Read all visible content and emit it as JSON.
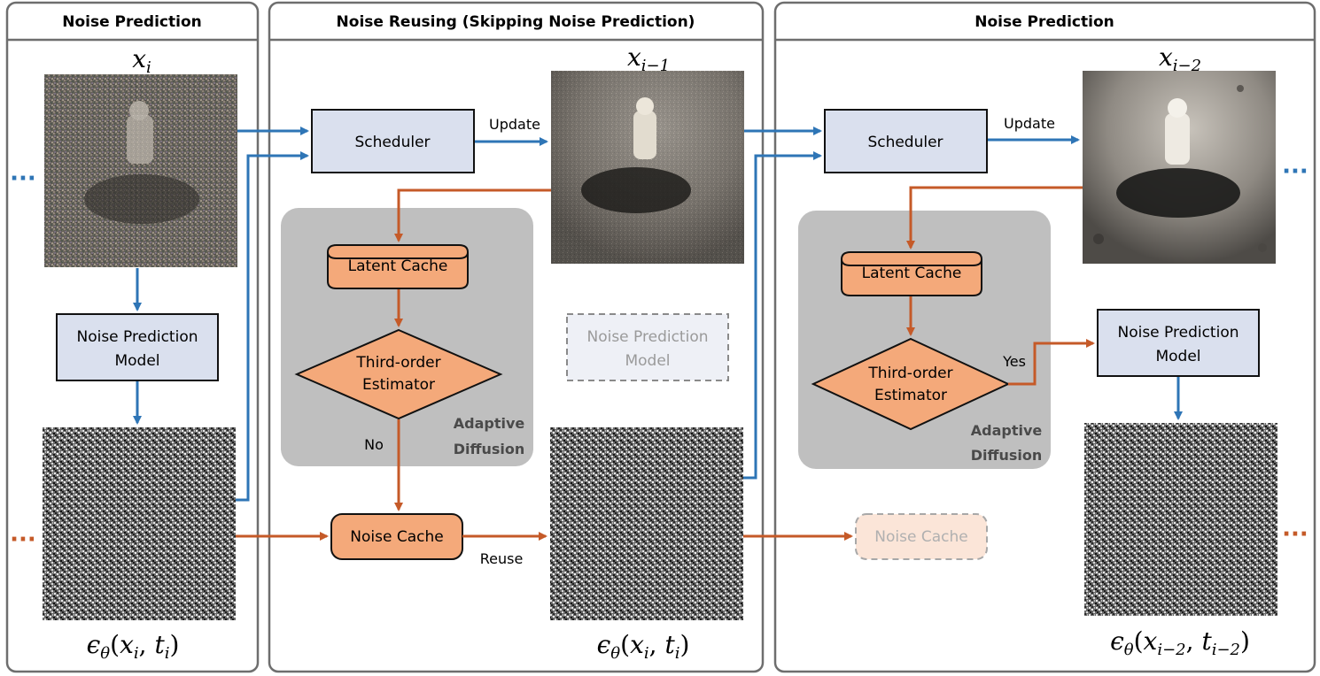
{
  "panels": {
    "left_title": "Noise Prediction",
    "middle_title": "Noise Reusing (Skipping Noise Prediction)",
    "right_title": "Noise Prediction"
  },
  "images": {
    "left_latent_label": {
      "base": "x",
      "sub": "i"
    },
    "middle_latent_label": {
      "base": "x",
      "sub": "i−1"
    },
    "right_latent_label": {
      "base": "x",
      "sub": "i−2"
    },
    "left_noise_label": {
      "eps": "ϵ",
      "theta": "θ",
      "open": "(",
      "x": "x",
      "xsub": "i",
      "comma": ",  ",
      "t": "t",
      "tsub": "i",
      "close": ")"
    },
    "middle_noise_label": {
      "eps": "ϵ",
      "theta": "θ",
      "open": "(",
      "x": "x",
      "xsub": "i",
      "comma": ",  ",
      "t": "t",
      "tsub": "i",
      "close": ")"
    },
    "right_noise_label": {
      "eps": "ϵ",
      "theta": "θ",
      "open": "(",
      "x": "x",
      "xsub": "i−2",
      "comma": ",  ",
      "t": "t",
      "tsub": "i−2",
      "close": ")"
    }
  },
  "boxes": {
    "scheduler": "Scheduler",
    "noise_model_line1": "Noise Prediction",
    "noise_model_line2": "Model",
    "latent_cache": "Latent Cache",
    "estimator_line1": "Third-order",
    "estimator_line2": "Estimator",
    "noise_cache": "Noise Cache",
    "adaptive_line1": "Adaptive",
    "adaptive_line2": "Diffusion"
  },
  "edge_labels": {
    "update": "Update",
    "no": "No",
    "yes": "Yes",
    "reuse": "Reuse"
  },
  "ellipsis": "···",
  "colors": {
    "blue_arrow": "#2e75b6",
    "orange_arrow": "#c55a28",
    "box_blue_fill": "#dae0ee",
    "box_orange_fill": "#f4a97a",
    "adaptive_fill": "#bfbfbf",
    "panel_border": "#6e6e6e"
  }
}
